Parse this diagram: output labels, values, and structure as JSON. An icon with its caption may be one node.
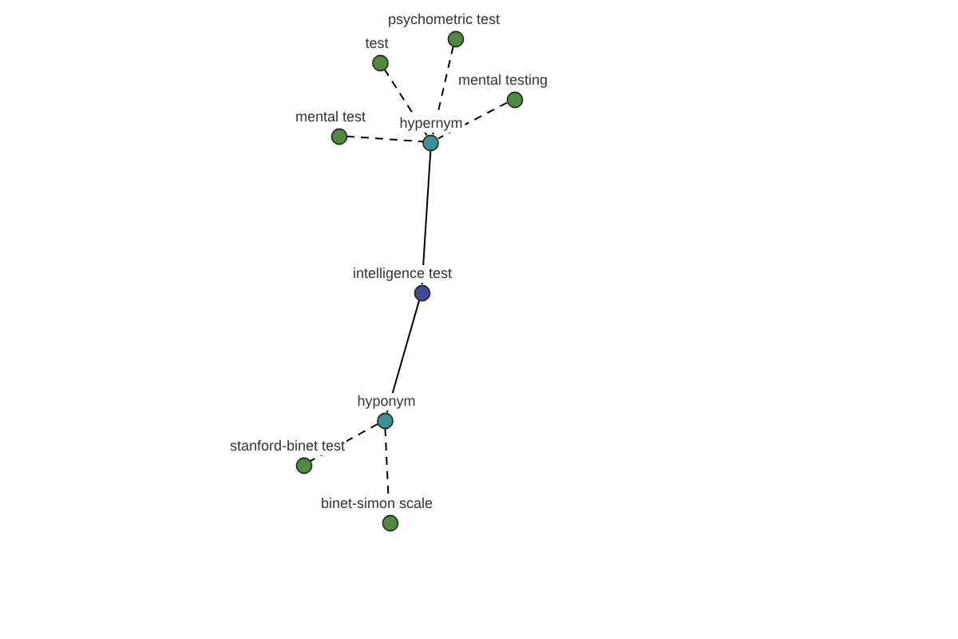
{
  "diagram": {
    "nodes": [
      {
        "text": [
          "test"
        ]
      },
      {
        "text": [
          "psychometric test"
        ]
      },
      {
        "text": [
          "mental testing"
        ]
      },
      {
        "text": [
          "mental test"
        ]
      },
      {
        "text": [
          "hypernym"
        ]
      },
      {
        "text": [
          "intelligence test"
        ]
      },
      {
        "text": [
          "hyponym"
        ]
      },
      {
        "text": [
          "stanford-binet test"
        ]
      },
      {
        "text": [
          "binet-simon scale"
        ]
      }
    ],
    "edges": [
      {
        "from": 0,
        "to": 4,
        "arrow": "none",
        "style": "dashed"
      },
      {
        "from": 1,
        "to": 4,
        "arrow": "none",
        "style": "dashed"
      },
      {
        "from": 2,
        "to": 4,
        "arrow": "none",
        "style": "dashed"
      },
      {
        "from": 3,
        "to": 4,
        "arrow": "none",
        "style": "dashed"
      },
      {
        "from": 4,
        "to": 5,
        "arrow": "none"
      },
      {
        "from": 5,
        "to": 6,
        "arrow": "none"
      },
      {
        "from": 6,
        "to": 7,
        "arrow": "none",
        "style": "dashed"
      },
      {
        "from": 6,
        "to": 8,
        "arrow": "none",
        "style": "dashed"
      }
    ]
  }
}
